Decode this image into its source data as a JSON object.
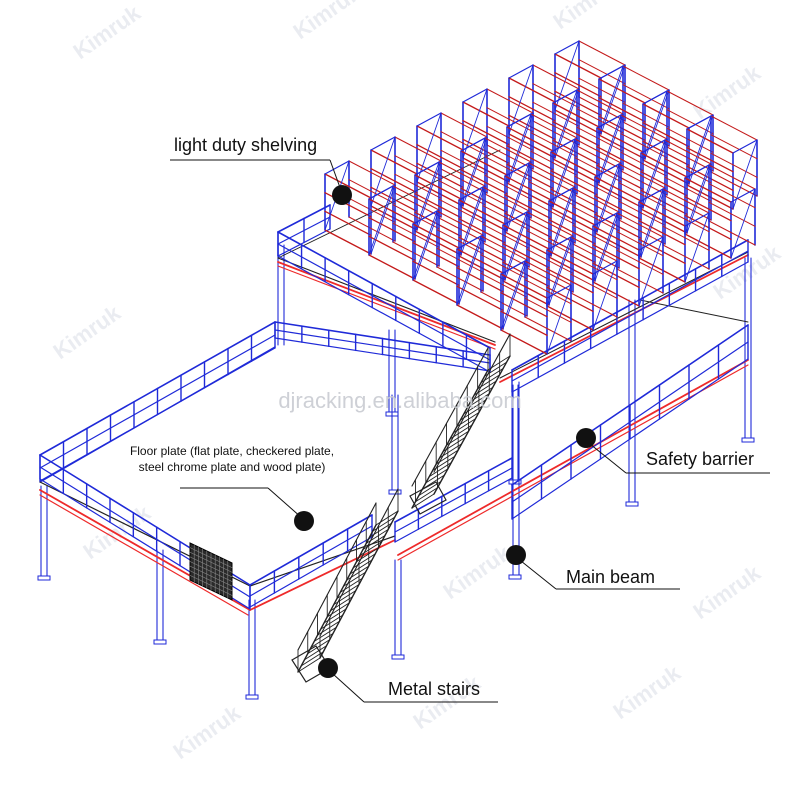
{
  "colors": {
    "frame": "#1f2ad8",
    "beam": "#ee2a2a",
    "shelf_red": "#c41a1a",
    "stair": "#222222",
    "leader": "#111111",
    "dot": "#111111"
  },
  "labels": {
    "light_duty_shelving": "light duty shelving",
    "floor_plate_line1": "Floor plate (flat plate, checkered plate,",
    "floor_plate_line2": "steel chrome plate and wood plate)",
    "safety_barrier": "Safety barrier",
    "main_beam": "Main beam",
    "metal_stairs": "Metal stairs"
  },
  "watermark": {
    "brand": "Kimruk",
    "site": "djracking.en.alibaba.com"
  }
}
